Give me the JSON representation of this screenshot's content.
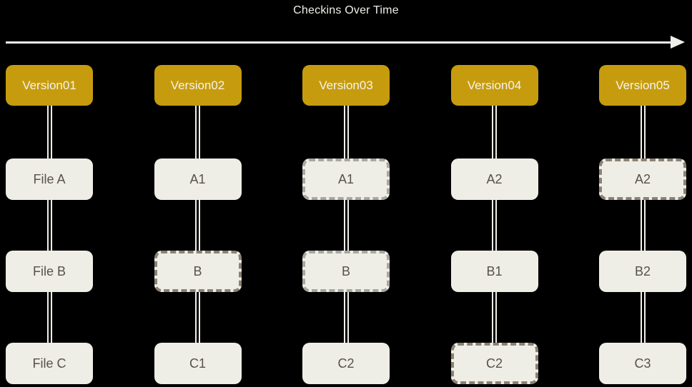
{
  "title": "Checkins Over Time",
  "colors": {
    "background": "#000000",
    "header_fill": "#C69C0E",
    "header_text": "#F5F3EC",
    "box_fill": "#EFEEE6",
    "box_text": "#57524A",
    "connector": "#F2F0EA",
    "arrow": "#F0EFE9",
    "dash_dark": "#8B8174",
    "dash_light": "#A9A7A1"
  },
  "timeline": {
    "arrow_icon": "right-arrow"
  },
  "columns": [
    {
      "header": "Version01",
      "files": [
        {
          "label": "File A",
          "style": "solid"
        },
        {
          "label": "File B",
          "style": "solid"
        },
        {
          "label": "File C",
          "style": "solid"
        }
      ]
    },
    {
      "header": "Version02",
      "files": [
        {
          "label": "A1",
          "style": "solid"
        },
        {
          "label": "B",
          "style": "dashed-dark"
        },
        {
          "label": "C1",
          "style": "solid"
        }
      ]
    },
    {
      "header": "Version03",
      "files": [
        {
          "label": "A1",
          "style": "dashed-light"
        },
        {
          "label": "B",
          "style": "dashed-light"
        },
        {
          "label": "C2",
          "style": "solid"
        }
      ]
    },
    {
      "header": "Version04",
      "files": [
        {
          "label": "A2",
          "style": "solid"
        },
        {
          "label": "B1",
          "style": "solid"
        },
        {
          "label": "C2",
          "style": "dashed-dark"
        }
      ]
    },
    {
      "header": "Version05",
      "files": [
        {
          "label": "A2",
          "style": "dashed-dark"
        },
        {
          "label": "B2",
          "style": "solid"
        },
        {
          "label": "C3",
          "style": "solid"
        }
      ]
    }
  ]
}
